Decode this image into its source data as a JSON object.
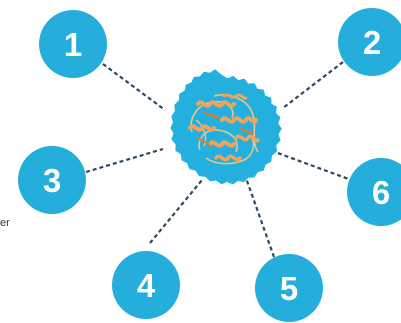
{
  "nodes": [
    {
      "id": 1,
      "label": "1"
    },
    {
      "id": 2,
      "label": "2"
    },
    {
      "id": 3,
      "label": "3"
    },
    {
      "id": 4,
      "label": "4"
    },
    {
      "id": 5,
      "label": "5"
    },
    {
      "id": 6,
      "label": "6"
    }
  ],
  "edge_text": "er",
  "colors": {
    "node_fill": "#25aedb",
    "hub_fill": "#23b0de",
    "connector": "#2f4762",
    "number_text": "#ffffff",
    "protein_orange": "#f2a25a",
    "protein_tan": "#e8c48a"
  },
  "hub_icon": "protein-structure-icon"
}
